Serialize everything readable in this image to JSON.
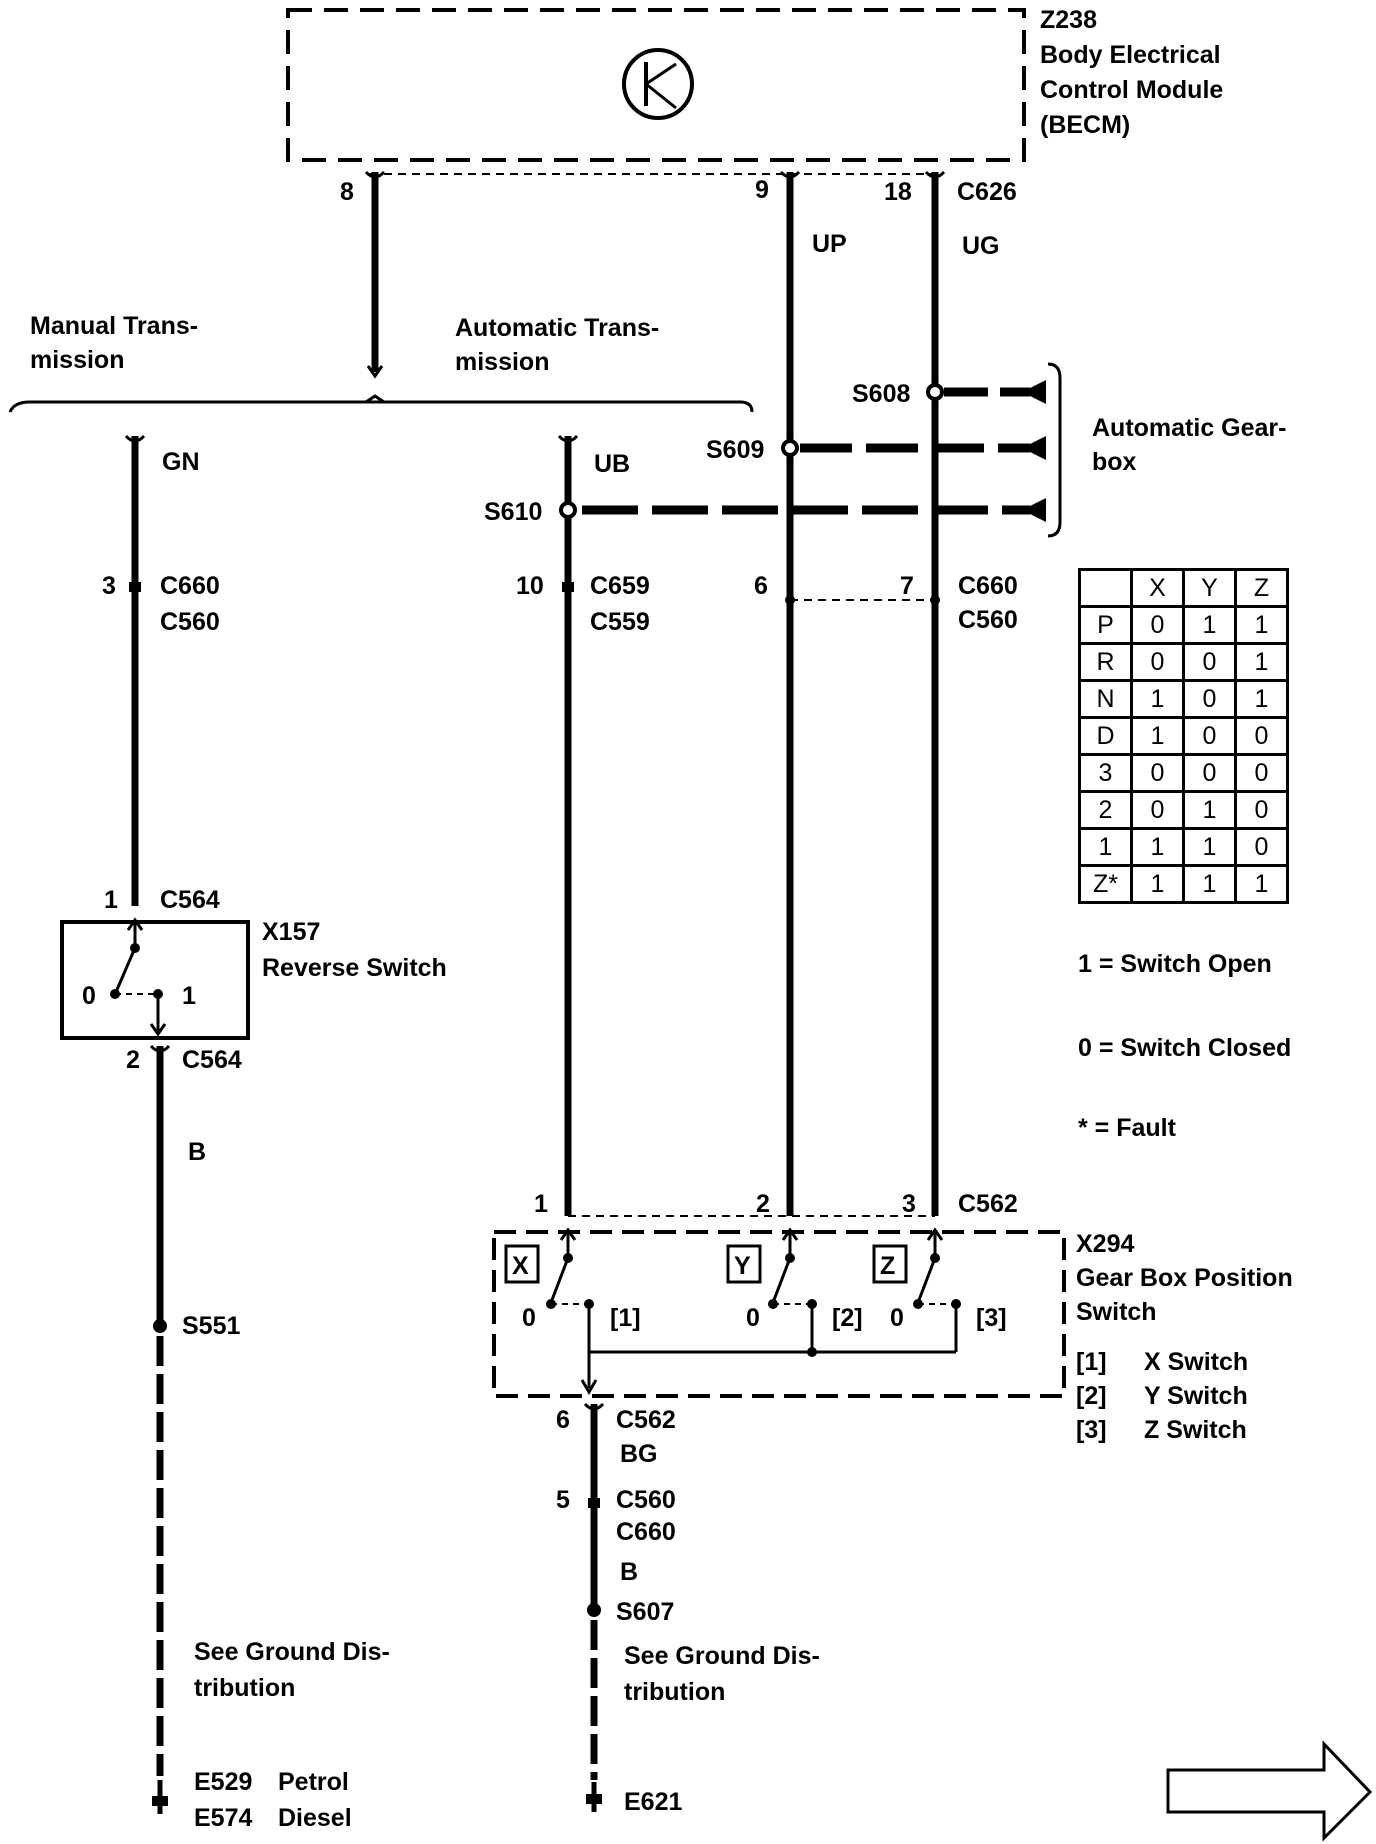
{
  "module": {
    "id": "Z238",
    "line1": "Body Electrical",
    "line2": "Control Module",
    "line3": "(BECM)"
  },
  "module_pins": {
    "p8": "8",
    "p9": "9",
    "p18": "18",
    "connector": "C626"
  },
  "wire_colors": {
    "up": "UP",
    "ug": "UG",
    "gn": "GN",
    "ub": "UB",
    "b1": "B",
    "bg": "BG",
    "b2": "B"
  },
  "transmission": {
    "manual_1": "Manual Trans-",
    "manual_2": "mission",
    "auto_1": "Automatic Trans-",
    "auto_2": "mission"
  },
  "splices": {
    "s608": "S608",
    "s609": "S609",
    "s610": "S610",
    "s551": "S551",
    "s607": "S607"
  },
  "gearbox_label": {
    "line1": "Automatic Gear-",
    "line2": "box"
  },
  "connectors_left": {
    "pin3": "3",
    "c660": "C660",
    "c560": "C560"
  },
  "connectors_mid": {
    "pin10": "10",
    "c659": "C659",
    "c559": "C559"
  },
  "connectors_right": {
    "pin6": "6",
    "pin7": "7",
    "c660": "C660",
    "c560": "C560"
  },
  "reverse_switch": {
    "pin1": "1",
    "c564_top": "C564",
    "id": "X157",
    "name": "Reverse Switch",
    "pos0": "0",
    "pos1": "1",
    "pin2": "2",
    "c564_bot": "C564"
  },
  "gear_switch": {
    "pin1": "1",
    "pin2": "2",
    "pin3": "3",
    "connector": "C562",
    "id": "X294",
    "line1": "Gear Box Position",
    "line2": "Switch",
    "box_x": "X",
    "box_y": "Y",
    "box_z": "Z",
    "zero_x": "0",
    "zero_y": "0",
    "zero_z": "0",
    "ref1": "[1]",
    "ref2": "[2]",
    "ref3": "[3]",
    "legend": [
      {
        "ref": "[1]",
        "name": "X Switch"
      },
      {
        "ref": "[2]",
        "name": "Y Switch"
      },
      {
        "ref": "[3]",
        "name": "Z Switch"
      }
    ]
  },
  "truth_table": {
    "headers": [
      "",
      "X",
      "Y",
      "Z"
    ],
    "rows": [
      [
        "P",
        "0",
        "1",
        "1"
      ],
      [
        "R",
        "0",
        "0",
        "1"
      ],
      [
        "N",
        "1",
        "0",
        "1"
      ],
      [
        "D",
        "1",
        "0",
        "0"
      ],
      [
        "3",
        "0",
        "0",
        "0"
      ],
      [
        "2",
        "0",
        "1",
        "0"
      ],
      [
        "1",
        "1",
        "1",
        "0"
      ],
      [
        "Z*",
        "1",
        "1",
        "1"
      ]
    ]
  },
  "legend": {
    "open": "1 =  Switch Open",
    "closed": "0 =  Switch Closed",
    "fault": "* =  Fault"
  },
  "ground_left": {
    "pin2": "2",
    "note1": "See Ground Dis-",
    "note2": "tribution",
    "e529": "E529",
    "petrol": "Petrol",
    "e574": "E574",
    "diesel": "Diesel"
  },
  "ground_right": {
    "pin6": "6",
    "c562": "C562",
    "pin5": "5",
    "c560": "C560",
    "c660": "C660",
    "note1": "See Ground Dis-",
    "note2": "tribution",
    "e621": "E621"
  }
}
